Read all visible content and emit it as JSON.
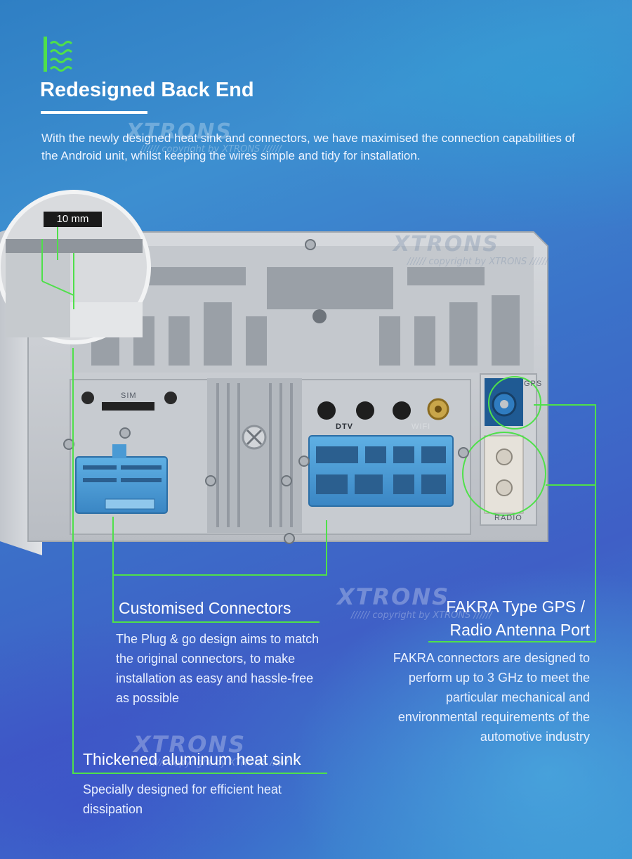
{
  "header": {
    "title": "Redesigned Back End",
    "intro": "With the newly designed heat sink and connectors, we have maximised the connection capabilities of the Android unit, whilst keeping the wires simple and tidy for installation."
  },
  "watermark": {
    "brand": "XTRONS",
    "sub": "////// copyright by XTRONS //////"
  },
  "scale_label": "10 mm",
  "ports": {
    "sim": "SIM",
    "dtv": "DTV",
    "wifi": "WIFI",
    "gps": "GPS",
    "radio": "RADIO"
  },
  "callouts": {
    "connectors": {
      "title": "Customised Connectors",
      "body": "The Plug & go design aims to match the original connectors, to make installation as easy and hassle-free as possible"
    },
    "fakra": {
      "title_line1": "FAKRA Type GPS /",
      "title_line2": "Radio Antenna Port",
      "body": "FAKRA connectors are designed to perform up to 3 GHz to meet the particular mechanical and environmental requirements of the automotive industry"
    },
    "heatsink": {
      "title": "Thickened aluminum heat sink",
      "body": "Specially designed for efficient heat dissipation"
    }
  },
  "colors": {
    "accent_green": "#4fe04a",
    "connector_blue": "#4d9fd6",
    "chassis_grey": "#c9ccd1"
  }
}
